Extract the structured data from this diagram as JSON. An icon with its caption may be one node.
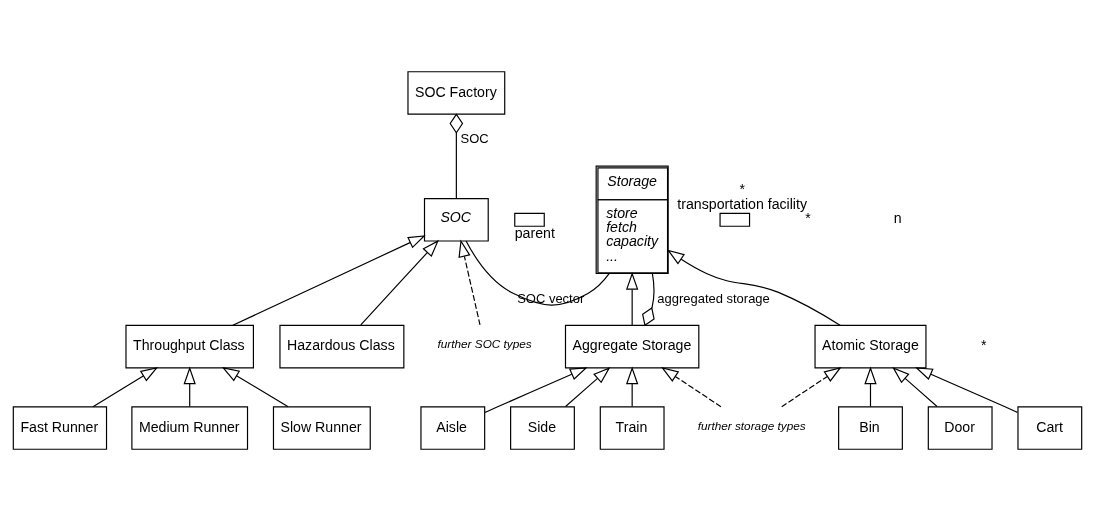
{
  "diagram": {
    "nodes": [
      {
        "text": [
          "SOC Factory"
        ]
      },
      {
        "text": [
          "SOC"
        ]
      },
      {
        "text": [
          "Storage",
          "store fetch capacity ..."
        ]
      },
      {
        "text": [
          "Throughput Class"
        ]
      },
      {
        "text": [
          "Hazardous Class"
        ]
      },
      {
        "text": [
          "Fast Runner"
        ]
      },
      {
        "text": [
          "Medium Runner"
        ]
      },
      {
        "text": [
          "Slow Runner"
        ]
      },
      {
        "text": [
          "Atomic Storage"
        ]
      },
      {
        "text": [
          "Aggregate Storage"
        ]
      },
      {
        "text": [
          "Bin"
        ]
      },
      {
        "text": [
          "Door"
        ]
      },
      {
        "text": [
          "Cart"
        ]
      },
      {
        "text": [
          "Aisle"
        ]
      },
      {
        "text": [
          "Side"
        ]
      },
      {
        "text": [
          "Train"
        ]
      },
      {
        "text": [
          "further SOC types"
        ]
      },
      {
        "text": [
          "further storage types"
        ]
      },
      {
        "text": [],
        "shape": "box",
        "beside": [
          "parent"
        ]
      },
      {
        "text": [],
        "shape": "box",
        "beside": [
          "*",
          "transportation facility"
        ]
      }
    ],
    "edges": [
      {
        "from": 1,
        "to": 0,
        "arrow": "other",
        "label": "SOC"
      },
      {
        "from": 1,
        "to": 2,
        "arrow": "none",
        "label": "SOC vector"
      },
      {
        "from": 2,
        "to": 9,
        "arrow": "other",
        "label": "aggregated storage"
      },
      {
        "from": 3,
        "to": 1,
        "arrow": "to"
      },
      {
        "from": 4,
        "to": 1,
        "arrow": "to"
      },
      {
        "from": 16,
        "to": 1,
        "arrow": "to",
        "style": "dashed"
      },
      {
        "from": 5,
        "to": 3,
        "arrow": "to"
      },
      {
        "from": 6,
        "to": 3,
        "arrow": "to"
      },
      {
        "from": 7,
        "to": 3,
        "arrow": "to"
      },
      {
        "from": 8,
        "to": 2,
        "arrow": "to"
      },
      {
        "from": 9,
        "to": 2,
        "arrow": "to"
      },
      {
        "from": 10,
        "to": 8,
        "arrow": "to"
      },
      {
        "from": 11,
        "to": 8,
        "arrow": "to"
      },
      {
        "from": 12,
        "to": 8,
        "arrow": "to"
      },
      {
        "from": 17,
        "to": 8,
        "arrow": "to",
        "style": "dashed"
      },
      {
        "from": 17,
        "to": 9,
        "arrow": "to",
        "style": "dashed"
      },
      {
        "from": 13,
        "to": 9,
        "arrow": "to"
      },
      {
        "from": 14,
        "to": 9,
        "arrow": "to"
      },
      {
        "from": 15,
        "to": 9,
        "arrow": "to"
      }
    ],
    "labels": [
      "*",
      "n",
      "*"
    ]
  }
}
